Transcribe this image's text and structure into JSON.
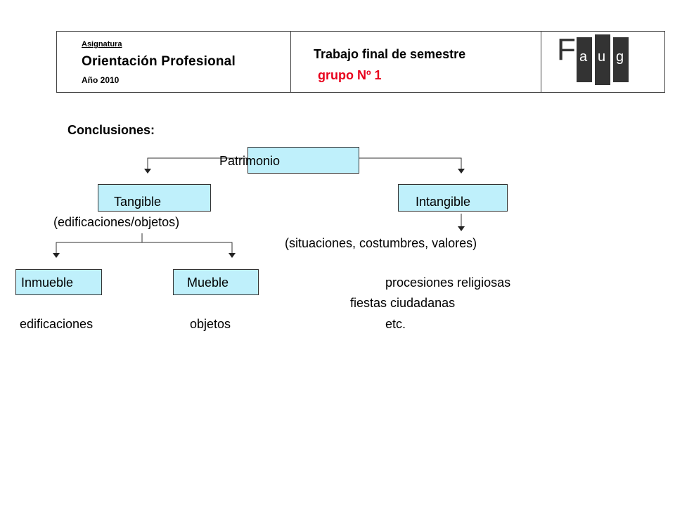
{
  "header": {
    "subject_label": "Asignatura",
    "course": "Orientación Profesional",
    "year": "Año 2010",
    "work_title": "Trabajo final de semestre",
    "group": "grupo Nº 1",
    "group_color": "#e8001c",
    "logo": {
      "letters": [
        "F",
        "a",
        "u",
        "g"
      ],
      "color": "#333333"
    }
  },
  "diagram": {
    "heading": "Conclusiones:",
    "node_fill": "#bff0fb",
    "root": "Patrimonio",
    "tangible": {
      "label": "Tangible",
      "note": "(edificaciones/objetos)",
      "children": [
        {
          "label": "Inmueble",
          "example": "edificaciones"
        },
        {
          "label": "Mueble",
          "example": "objetos"
        }
      ]
    },
    "intangible": {
      "label": "Intangible",
      "note": "(situaciones, costumbres, valores)",
      "examples": [
        "procesiones religiosas",
        "fiestas ciudadanas",
        "etc."
      ]
    }
  }
}
